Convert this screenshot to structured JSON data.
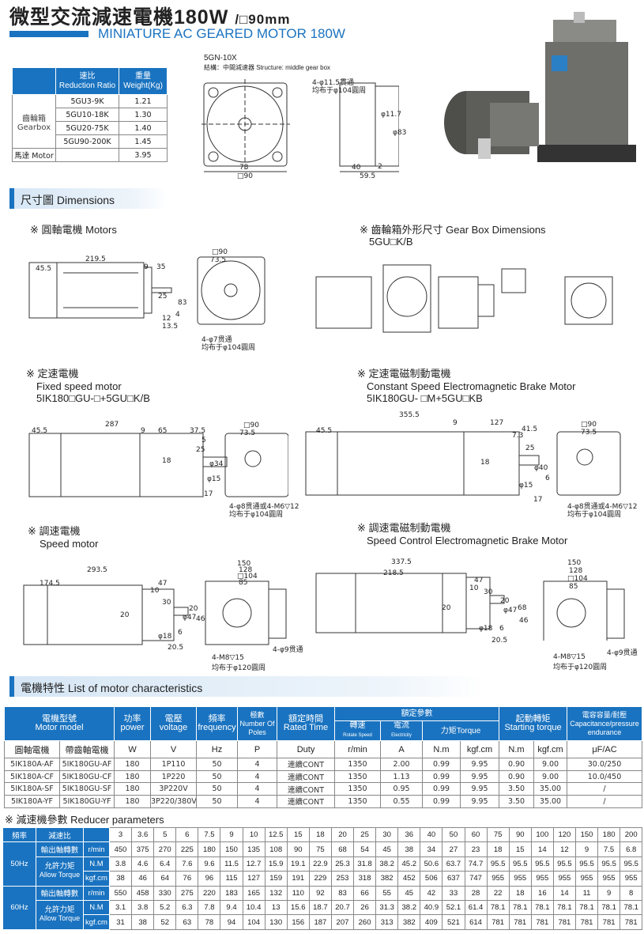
{
  "header": {
    "title": "微型交流減速電機180W",
    "title_suffix": "/□90mm",
    "subtitle": "MINIATURE AC GEARED MOTOR 180W"
  },
  "weight_table": {
    "col_ratio_cn": "速比",
    "col_ratio_en": "Reduction Ratio",
    "col_weight_cn": "重量",
    "col_weight_en": "Weight(Kg)",
    "gearbox_cn": "齒輪箱",
    "gearbox_en": "Gearbox",
    "rows": [
      {
        "ratio": "5GU3-9K",
        "weight": "1.21"
      },
      {
        "ratio": "5GU10-18K",
        "weight": "1.30"
      },
      {
        "ratio": "5GU20-75K",
        "weight": "1.40"
      },
      {
        "ratio": "5GU90-200K",
        "weight": "1.45"
      }
    ],
    "motor_label": "馬達 Motor",
    "motor_weight": "3.95"
  },
  "gearbox_drawing": {
    "model": "5GN-10X",
    "structure": "結構：中間減速器 Structure: middle gear box",
    "note1": "4-φ11.5貫通",
    "note2": "均布于φ104圓周",
    "d73": "73",
    "d90": "□90",
    "d40": "40",
    "d2": "2",
    "d595": "59.5",
    "d117": "φ11.7",
    "d83": "φ83"
  },
  "dimensions_section": {
    "title": "尺寸圖 Dimensions"
  },
  "motors": {
    "label": "※ 圓軸電機 Motors",
    "d2195": "219.5",
    "d455": "45.5",
    "d9": "9",
    "d35": "35",
    "d25": "25",
    "d83": "83",
    "d4": "4",
    "d12": "12",
    "d135": "13.5",
    "dsq": "□90",
    "d735": "73.5",
    "note1": "4-φ7贯通",
    "note2": "均布于φ104圓周"
  },
  "gearbox_dims": {
    "label": "※ 齒輪箱外形尺寸 Gear Box Dimensions",
    "model": "5GU□K/B"
  },
  "fixed": {
    "label_cn": "※ 定速電機",
    "label_en": "Fixed speed motor",
    "model": "5IK180□GU-□+5GU□K/B",
    "d287": "287",
    "d455": "45.5",
    "d9": "9",
    "d65": "65",
    "d375": "37.5",
    "d5": "5",
    "d25": "25",
    "d18": "18",
    "d34": "φ34",
    "d15": "φ15",
    "d17": "17",
    "dsq": "□90",
    "d735": "73.5",
    "note1": "4-φ8贯通或4-M6▽12",
    "note2": "均布于φ104圓周"
  },
  "brake": {
    "label_cn": "※ 定速電磁制動電機",
    "label_en": "Constant Speed Electromagnetic Brake Motor",
    "model": "5IK180GU- □M+5GU□KB",
    "d3555": "355.5",
    "d455": "45.5",
    "d9": "9",
    "d127": "127",
    "d415": "41.5",
    "d73": "7.3",
    "d25": "25",
    "d18": "18",
    "d40": "φ40",
    "d15": "φ15",
    "d6": "6",
    "d17": "17",
    "dsq": "□90",
    "d735": "73.5",
    "note1": "4-φ8贯通或4-M6▽12",
    "note2": "均布于φ104圓周"
  },
  "speed": {
    "label_cn": "※ 調速電機",
    "label_en": "Speed motor",
    "d2935": "293.5",
    "d1745": "174.5",
    "d47": "47",
    "d10": "10",
    "d30": "30",
    "d20": "20",
    "d47b": "φ47",
    "d46": "46",
    "d18": "φ18",
    "d6": "6",
    "d205": "20.5",
    "d150": "150",
    "d128": "128",
    "d104": "□104",
    "d85": "85",
    "note1": "4-M8▽15",
    "note2": "均布于φ120圓周",
    "note3": "4-φ9贯通"
  },
  "speed_brake": {
    "label_cn": "※ 調速電磁制動電機",
    "label_en": "Speed Control Electromagnetic Brake Motor",
    "d3375": "337.5",
    "d2185": "218.5",
    "d47": "47",
    "d10": "10",
    "d30": "30",
    "d20": "20",
    "d47b": "φ47",
    "d68": "68",
    "d46": "46",
    "d18": "φ18",
    "d6": "6",
    "d205": "20.5",
    "d150": "150",
    "d128": "128",
    "d104": "□104",
    "d85": "85",
    "note1": "4-M8▽15",
    "note2": "均布于φ120圓周",
    "note3": "4-φ9贯通"
  },
  "characteristics_section": {
    "title": "電機特性  List of motor characteristics"
  },
  "motor_table": {
    "headers": {
      "model_cn": "電機型號",
      "model_en": "Motor model",
      "power_cn": "功率",
      "power_en": "power",
      "voltage_cn": "電壓",
      "voltage_en": "voltage",
      "freq_cn": "頻率",
      "freq_en": "frequency",
      "poles_cn": "極數",
      "poles_en": "Number Of Poles",
      "time_cn": "額定時間",
      "time_en": "Rated Time",
      "rated": "額定參數",
      "speed_cn": "轉速",
      "speed_en": "Rotate Speed",
      "current_cn": "電流",
      "current_en": "Electricity",
      "torque": "力矩Torque",
      "start_cn": "起動轉矩",
      "start_en": "Starting torque",
      "cap_cn": "電容容量/耐壓",
      "cap_en": "Capacitance/pressure endurance"
    },
    "units": [
      "圓軸電機",
      "帶齒軸電機",
      "W",
      "V",
      "Hz",
      "P",
      "Duty",
      "r/min",
      "A",
      "N.m",
      "kgf.cm",
      "N.m",
      "kgf.cm",
      "μF/AC"
    ],
    "rows": [
      [
        "5IK180A-AF",
        "5IK180GU-AF",
        "180",
        "1P110",
        "50",
        "4",
        "連續CONT",
        "1350",
        "2.00",
        "0.99",
        "9.95",
        "0.90",
        "9.00",
        "30.0/250"
      ],
      [
        "5IK180A-CF",
        "5IK180GU-CF",
        "180",
        "1P220",
        "50",
        "4",
        "連續CONT",
        "1350",
        "1.13",
        "0.99",
        "9.95",
        "0.90",
        "9.00",
        "10.0/450"
      ],
      [
        "5IK180A-SF",
        "5IK180GU-SF",
        "180",
        "3P220V",
        "50",
        "4",
        "連續CONT",
        "1350",
        "0.95",
        "0.99",
        "9.95",
        "3.50",
        "35.00",
        "/"
      ],
      [
        "5IK180A-YF",
        "5IK180GU-YF",
        "180",
        "3P220/380V",
        "50",
        "4",
        "連續CONT",
        "1350",
        "0.55",
        "0.99",
        "9.95",
        "3.50",
        "35.00",
        "/"
      ]
    ]
  },
  "reducer_section": {
    "title": "※ 減速機參數 Reducer parameters"
  },
  "reducer_table": {
    "freq_label": "頻率",
    "ratio_label": "減速比",
    "speed_label": "輸出軸轉數",
    "torque_cn": "允許力矩",
    "torque_en": "Allow Torque",
    "u_rpm": "r/min",
    "u_nm": "N.M",
    "u_kgf": "kgf.cm",
    "hz50": "50Hz",
    "hz60": "60Hz",
    "ratios": [
      "3",
      "3.6",
      "5",
      "6",
      "7.5",
      "9",
      "10",
      "12.5",
      "15",
      "18",
      "20",
      "25",
      "30",
      "36",
      "40",
      "50",
      "60",
      "75",
      "90",
      "100",
      "120",
      "150",
      "180",
      "200"
    ],
    "r50_rpm": [
      "450",
      "375",
      "270",
      "225",
      "180",
      "150",
      "135",
      "108",
      "90",
      "75",
      "68",
      "54",
      "45",
      "38",
      "34",
      "27",
      "23",
      "18",
      "15",
      "14",
      "12",
      "9",
      "7.5",
      "6.8"
    ],
    "r50_nm": [
      "3.8",
      "4.6",
      "6.4",
      "7.6",
      "9.6",
      "11.5",
      "12.7",
      "15.9",
      "19.1",
      "22.9",
      "25.3",
      "31.8",
      "38.2",
      "45.2",
      "50.6",
      "63.7",
      "74.7",
      "95.5",
      "95.5",
      "95.5",
      "95.5",
      "95.5",
      "95.5",
      "95.5"
    ],
    "r50_kgf": [
      "38",
      "46",
      "64",
      "76",
      "96",
      "115",
      "127",
      "159",
      "191",
      "229",
      "253",
      "318",
      "382",
      "452",
      "506",
      "637",
      "747",
      "955",
      "955",
      "955",
      "955",
      "955",
      "955",
      "955"
    ],
    "r60_rpm": [
      "550",
      "458",
      "330",
      "275",
      "220",
      "183",
      "165",
      "132",
      "110",
      "92",
      "83",
      "66",
      "55",
      "45",
      "42",
      "33",
      "28",
      "22",
      "18",
      "16",
      "14",
      "11",
      "9",
      "8"
    ],
    "r60_nm": [
      "3.1",
      "3.8",
      "5.2",
      "6.3",
      "7.8",
      "9.4",
      "10.4",
      "13",
      "15.6",
      "18.7",
      "20.7",
      "26",
      "31.3",
      "38.2",
      "40.9",
      "52.1",
      "61.4",
      "78.1",
      "78.1",
      "78.1",
      "78.1",
      "78.1",
      "78.1",
      "78.1"
    ],
    "r60_kgf": [
      "31",
      "38",
      "52",
      "63",
      "78",
      "94",
      "104",
      "130",
      "156",
      "187",
      "207",
      "260",
      "313",
      "382",
      "409",
      "521",
      "614",
      "781",
      "781",
      "781",
      "781",
      "781",
      "781",
      "781"
    ]
  },
  "colors": {
    "accent": "#1a73c0",
    "motor_body": "#6e6f6b"
  }
}
